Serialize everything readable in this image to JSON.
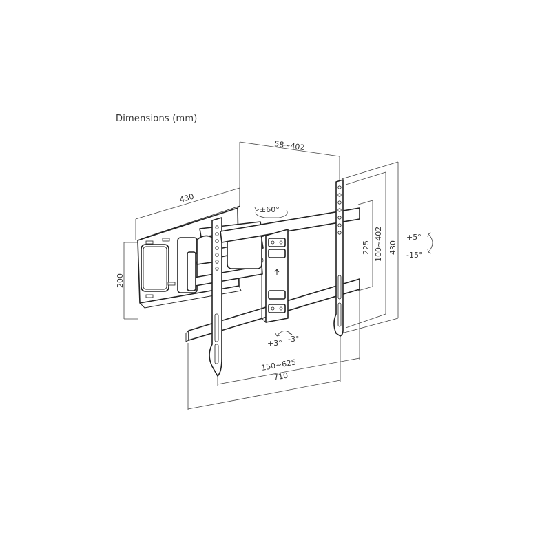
{
  "title": "Dimensions (mm)",
  "dimensions": {
    "wall_plate_width": "430",
    "wall_plate_height": "200",
    "wall_distance": "58~402",
    "swivel": "±60°",
    "vesa_vertical_inner": "225",
    "vesa_vertical_range": "100~402",
    "rail_height": "430",
    "tilt_up": "+5°",
    "tilt_down": "-15°",
    "level_plus": "+3°",
    "level_minus": "-3°",
    "vesa_horizontal_range": "150~625",
    "overall_width": "710"
  },
  "colors": {
    "line": "#222222",
    "text": "#333333",
    "background": "#ffffff"
  }
}
